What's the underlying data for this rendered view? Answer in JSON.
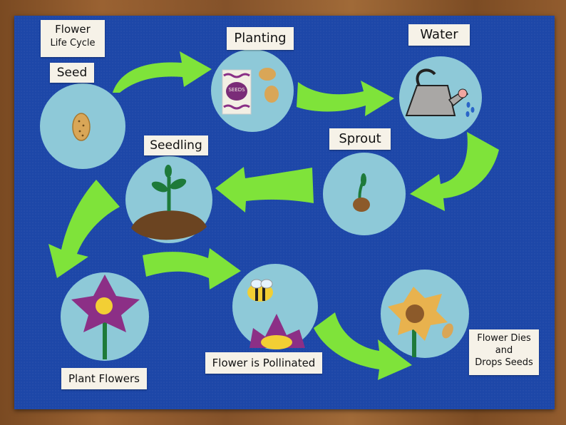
{
  "labels": {
    "title_line1": "Flower",
    "title_line2": "Life Cycle",
    "seed": "Seed",
    "planting": "Planting",
    "water": "Water",
    "sprout": "Sprout",
    "seedling": "Seedling",
    "plant_flowers": "Plant Flowers",
    "flower_pollinated": "Flower is Pollinated",
    "dies_line1": "Flower Dies",
    "dies_line2": "and",
    "dies_line3": "Drops Seeds",
    "seed_packet": "SEEDS"
  },
  "colors": {
    "board": "#1d47a8",
    "circle": "#8ec9d8",
    "arrow": "#7fe33a",
    "label_bg": "#f6f2e8"
  }
}
